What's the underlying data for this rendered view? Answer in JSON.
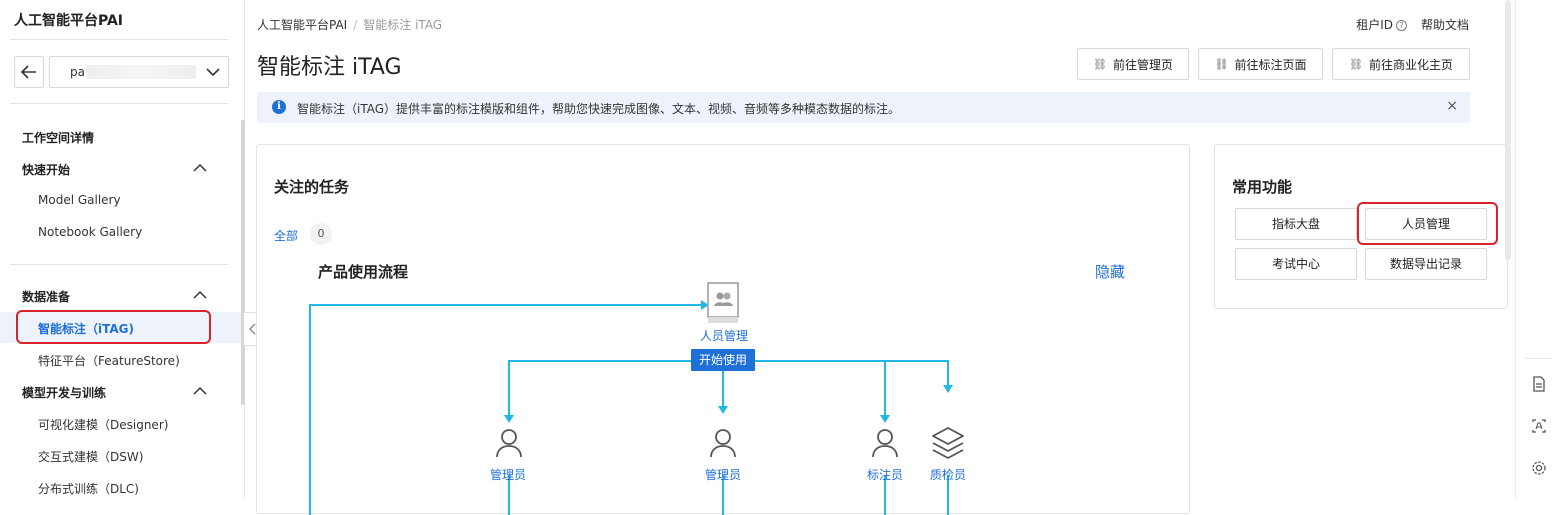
{
  "sidebar": {
    "brand": "人工智能平台PAI",
    "workspace_prefix": "pa",
    "sections": [
      {
        "label": "工作空间详情"
      },
      {
        "label": "快速开始",
        "items": [
          "Model Gallery",
          "Notebook Gallery"
        ]
      },
      {
        "label": "数据准备",
        "items": [
          "智能标注（iTAG)",
          "特征平台（FeatureStore)"
        ]
      },
      {
        "label": "模型开发与训练",
        "items": [
          "可视化建模（Designer)",
          "交互式建模（DSW)",
          "分布式训练（DLC)"
        ]
      }
    ]
  },
  "header": {
    "breadcrumb": [
      "人工智能平台PAI",
      "智能标注 iTAG"
    ],
    "tenant_id": "租户ID",
    "help_doc": "帮助文档",
    "title": "智能标注 iTAG",
    "buttons": [
      "前往管理页",
      "前往标注页面",
      "前往商业化主页"
    ]
  },
  "notice": {
    "text": "智能标注（iTAG）提供丰富的标注模版和组件，帮助您快速完成图像、文本、视频、音频等多种模态数据的标注。",
    "close": "×"
  },
  "tasks_card": {
    "title": "关注的任务",
    "tab_all": "全部",
    "tab_count": "0",
    "flow": {
      "title": "产品使用流程",
      "hide": "隐藏",
      "top_node": "人员管理",
      "start_button": "开始使用",
      "roles": [
        "管理员",
        "管理员",
        "标注员",
        "质检员"
      ]
    }
  },
  "functions_card": {
    "title": "常用功能",
    "buttons": [
      "指标大盘",
      "人员管理",
      "考试中心",
      "数据导出记录"
    ]
  },
  "colors": {
    "accent": "#1f6fd8",
    "highlight": "#d8232a",
    "flow_line": "#22b8e6"
  }
}
